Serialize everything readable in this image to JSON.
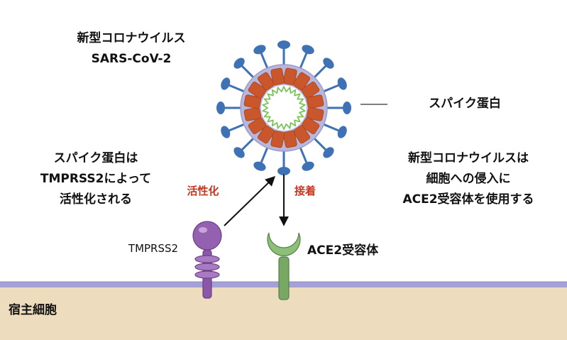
{
  "virus": {
    "title_line1": "新型コロナウイルス",
    "title_line2": "SARS-CoV-2",
    "spike_label": "スパイク蛋白"
  },
  "notes": {
    "left": [
      "スパイク蛋白は",
      "TMPRSS2によって",
      "活性化される"
    ],
    "right": [
      "新型コロナウイルスは",
      "細胞への侵入に",
      "ACE2受容体を使用する"
    ]
  },
  "arrows": {
    "activation_label": "活性化",
    "binding_label": "接着"
  },
  "receptors": {
    "tmprss2_label": "TMPRSS2",
    "ace2_label": "ACE2受容体"
  },
  "cell": {
    "label": "宿主細胞"
  },
  "colors": {
    "spike": "#3f72b5",
    "nucleocapsid": "#c9572b",
    "envelope": "#b9b6dc",
    "rna": "#7cc35a",
    "tmprss2": "#8b57a8",
    "ace2": "#79a865",
    "cell": "#eddcbe",
    "membrane": "#a6a1d4",
    "accent_red": "#c8361e"
  }
}
